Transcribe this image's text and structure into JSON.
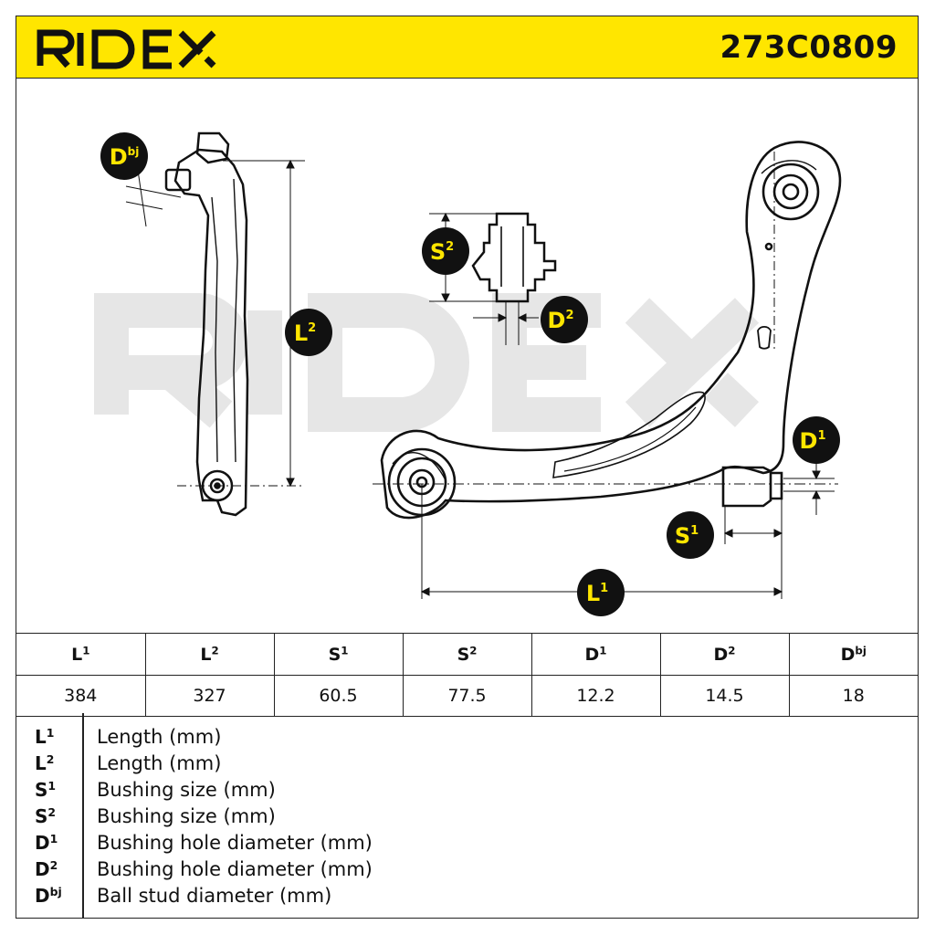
{
  "header": {
    "brand": "RIDEX",
    "part_number": "273C0809",
    "background_color": "#ffe600"
  },
  "drawing": {
    "watermark": "RIDEX",
    "callouts": {
      "dbj": {
        "base": "D",
        "sup": "bj"
      },
      "l2": {
        "base": "L",
        "sup": "2"
      },
      "s2": {
        "base": "S",
        "sup": "2"
      },
      "d2": {
        "base": "D",
        "sup": "2"
      },
      "d1": {
        "base": "D",
        "sup": "1"
      },
      "s1": {
        "base": "S",
        "sup": "1"
      },
      "l1": {
        "base": "L",
        "sup": "1"
      }
    },
    "callout_fill": "#111111",
    "callout_text_color": "#ffe600"
  },
  "table": {
    "columns": [
      {
        "base": "L",
        "sup": "1",
        "value": "384"
      },
      {
        "base": "L",
        "sup": "2",
        "value": "327"
      },
      {
        "base": "S",
        "sup": "1",
        "value": "60.5"
      },
      {
        "base": "S",
        "sup": "2",
        "value": "77.5"
      },
      {
        "base": "D",
        "sup": "1",
        "value": "12.2"
      },
      {
        "base": "D",
        "sup": "2",
        "value": "14.5"
      },
      {
        "base": "D",
        "sup": "bj",
        "value": "18"
      }
    ]
  },
  "legend": [
    {
      "base": "L",
      "sup": "1",
      "desc": "Length (mm)"
    },
    {
      "base": "L",
      "sup": "2",
      "desc": "Length (mm)"
    },
    {
      "base": "S",
      "sup": "1",
      "desc": "Bushing size (mm)"
    },
    {
      "base": "S",
      "sup": "2",
      "desc": "Bushing size (mm)"
    },
    {
      "base": "D",
      "sup": "1",
      "desc": "Bushing hole diameter (mm)"
    },
    {
      "base": "D",
      "sup": "2",
      "desc": "Bushing hole diameter (mm)"
    },
    {
      "base": "D",
      "sup": "bj",
      "desc": "Ball stud diameter (mm)"
    }
  ]
}
